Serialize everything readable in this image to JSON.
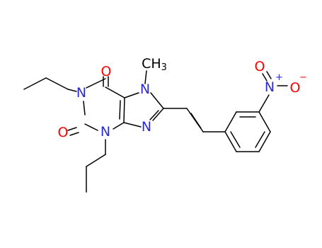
{
  "colors": {
    "background": "#ffffff",
    "bond": "#000000",
    "carbon_text": "#000000",
    "nitrogen": "#2b2bd0",
    "oxygen": "#ff0000"
  },
  "atoms": {
    "o_upper": "O",
    "o_lower": "O",
    "n1": "N",
    "n3": "N",
    "n7": "N",
    "n9": "N",
    "n_nitro": "N",
    "n_nitro_charge": "+",
    "o_nitro_top": "O",
    "o_nitro_right": "O",
    "o_nitro_right_charge": "−",
    "methyl": "CH",
    "methyl_sub": "3"
  }
}
